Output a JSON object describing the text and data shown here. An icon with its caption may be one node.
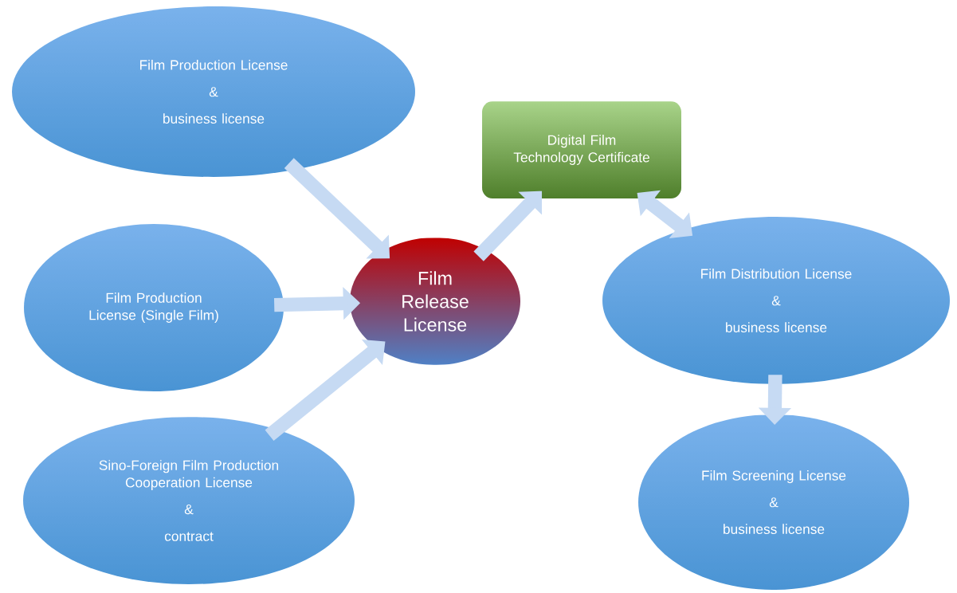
{
  "diagram": {
    "nodes": [
      {
        "text": [
          "Film Production License",
          "&",
          "business license"
        ]
      },
      {
        "text": [
          "Film Production License (Single Film)"
        ]
      },
      {
        "text": [
          "Sino-Foreign Film Production Cooperation License",
          "&",
          "contract"
        ]
      },
      {
        "text": [
          "Film Release License"
        ]
      },
      {
        "text": [
          "Digital Film Technology Certificate"
        ]
      },
      {
        "text": [
          "Film Distribution License",
          "&",
          "business license"
        ]
      },
      {
        "text": [
          "Film Screening License",
          "&",
          "business license"
        ]
      }
    ],
    "edges": [
      {
        "from": 0,
        "to": 3,
        "arrow": "to"
      },
      {
        "from": 1,
        "to": 3,
        "arrow": "to"
      },
      {
        "from": 2,
        "to": 3,
        "arrow": "to"
      },
      {
        "from": 3,
        "to": 4,
        "arrow": "to"
      },
      {
        "from": 4,
        "to": 5,
        "arrow": "both"
      },
      {
        "from": 5,
        "to": 6,
        "arrow": "to"
      }
    ]
  }
}
